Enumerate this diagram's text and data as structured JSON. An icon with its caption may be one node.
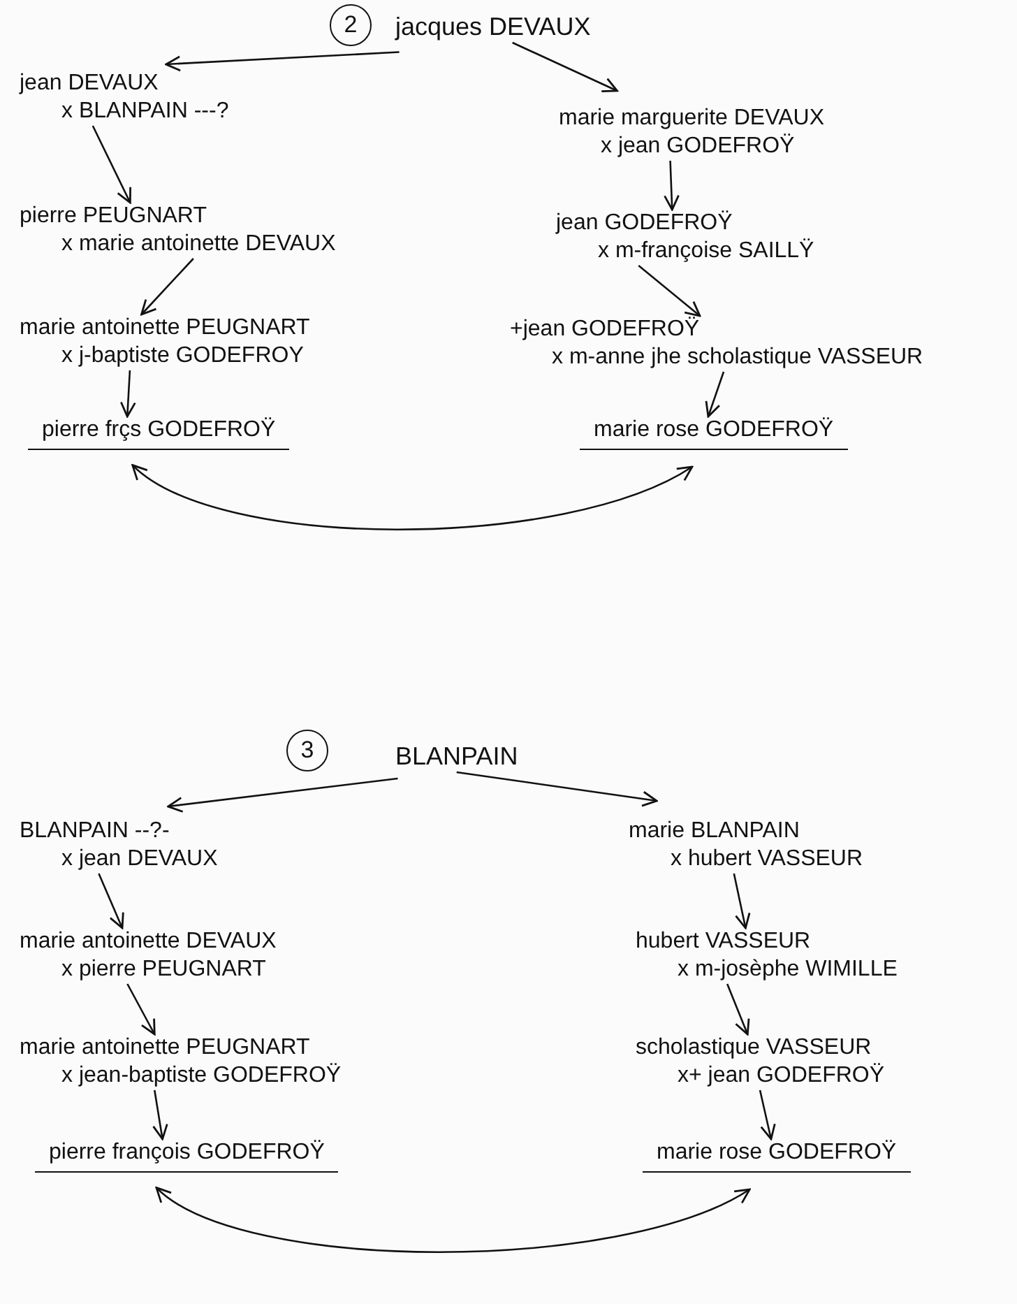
{
  "diagram": {
    "nodes": [
      {
        "text": [
          "2"
        ]
      },
      {
        "text": [
          "jacques DEVAUX"
        ]
      },
      {
        "text": [
          "jean DEVAUX",
          "x BLANPAIN ---?"
        ]
      },
      {
        "text": [
          "pierre PEUGNART",
          "x marie antoinette DEVAUX"
        ]
      },
      {
        "text": [
          "marie antoinette PEUGNART",
          "x j-baptiste GODEFROY"
        ]
      },
      {
        "text": [
          "pierre frçs GODEFROŸ"
        ]
      },
      {
        "text": [
          "marie marguerite DEVAUX",
          "x jean GODEFROŸ"
        ]
      },
      {
        "text": [
          "jean GODEFROŸ",
          "x m-françoise SAILLŸ"
        ]
      },
      {
        "text": [
          "+jean GODEFROŸ",
          "x m-anne jhe scholastique VASSEUR"
        ]
      },
      {
        "text": [
          "marie rose GODEFROŸ"
        ]
      },
      {
        "text": [
          "3"
        ]
      },
      {
        "text": [
          "BLANPAIN"
        ]
      },
      {
        "text": [
          "BLANPAIN --?-",
          "x jean DEVAUX"
        ]
      },
      {
        "text": [
          "marie antoinette DEVAUX",
          "x pierre PEUGNART"
        ]
      },
      {
        "text": [
          "marie antoinette PEUGNART",
          "x jean-baptiste GODEFROŸ"
        ]
      },
      {
        "text": [
          "pierre françois GODEFROŸ"
        ]
      },
      {
        "text": [
          "marie BLANPAIN",
          "x hubert VASSEUR"
        ]
      },
      {
        "text": [
          "hubert VASSEUR",
          "x m-josèphe WIMILLE"
        ]
      },
      {
        "text": [
          "scholastique VASSEUR",
          "x+ jean GODEFROŸ"
        ]
      },
      {
        "text": [
          "marie rose GODEFROŸ"
        ]
      }
    ],
    "edges": [
      {
        "from": 1,
        "to": 2,
        "arrow": "to"
      },
      {
        "from": 1,
        "to": 6,
        "arrow": "to"
      },
      {
        "from": 2,
        "to": 3,
        "arrow": "to"
      },
      {
        "from": 3,
        "to": 4,
        "arrow": "to"
      },
      {
        "from": 4,
        "to": 5,
        "arrow": "to"
      },
      {
        "from": 6,
        "to": 7,
        "arrow": "to"
      },
      {
        "from": 7,
        "to": 8,
        "arrow": "to"
      },
      {
        "from": 8,
        "to": 9,
        "arrow": "to"
      },
      {
        "from": 5,
        "to": 9,
        "arrow": "both"
      },
      {
        "from": 11,
        "to": 12,
        "arrow": "to"
      },
      {
        "from": 11,
        "to": 16,
        "arrow": "to"
      },
      {
        "from": 12,
        "to": 13,
        "arrow": "to"
      },
      {
        "from": 13,
        "to": 14,
        "arrow": "to"
      },
      {
        "from": 14,
        "to": 15,
        "arrow": "to"
      },
      {
        "from": 16,
        "to": 17,
        "arrow": "to"
      },
      {
        "from": 17,
        "to": 18,
        "arrow": "to"
      },
      {
        "from": 18,
        "to": 19,
        "arrow": "to"
      },
      {
        "from": 15,
        "to": 19,
        "arrow": "both"
      }
    ]
  }
}
